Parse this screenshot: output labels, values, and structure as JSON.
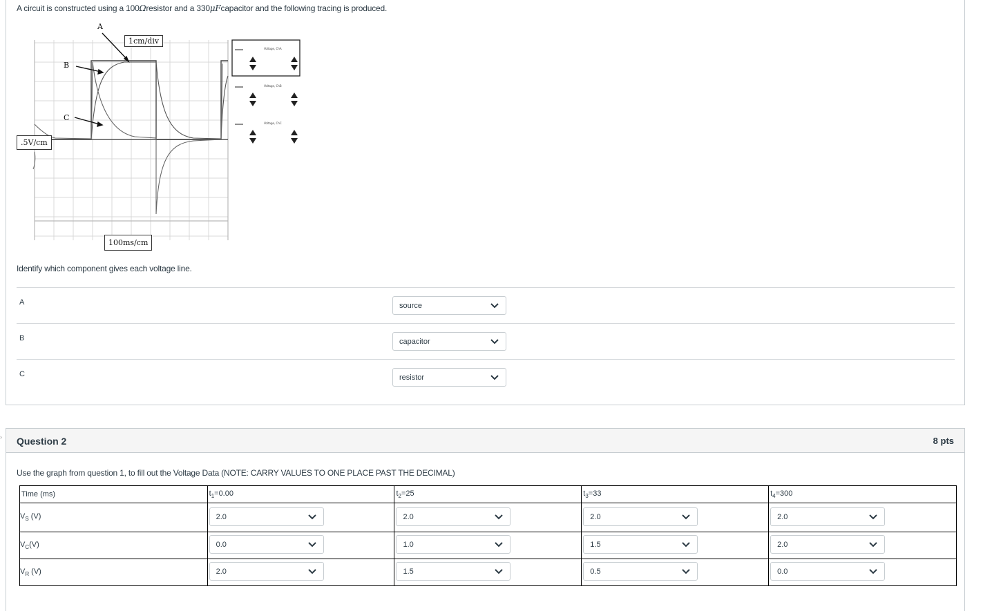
{
  "question1": {
    "prompt_prefix": "A circuit is constructed using a 100",
    "ohm_symbol": "Ω",
    "prompt_mid": "resistor and a 330",
    "cap_unit": "μF",
    "prompt_suffix": "capacitor and the following tracing is produced.",
    "figure": {
      "callout_time_div": "1cm/div",
      "callout_volt": ".5V/cm",
      "callout_time": "100ms/cm",
      "label_a": "A",
      "label_b": "B",
      "label_c": "C",
      "panel_labels": [
        "Voltage, ChA",
        "Voltage, ChB",
        "Voltage, ChC"
      ]
    },
    "identify_text": "Identify which component gives each voltage line.",
    "rows": [
      {
        "label": "A",
        "value": "source"
      },
      {
        "label": "B",
        "value": "capacitor"
      },
      {
        "label": "C",
        "value": "resistor"
      }
    ]
  },
  "question2": {
    "title": "Question 2",
    "points": "8 pts",
    "prompt": "Use the graph from question 1, to fill out the Voltage Data (NOTE: CARRY VALUES TO ONE PLACE PAST THE DECIMAL)",
    "table": {
      "corner": "Time (ms)",
      "time_headers": [
        {
          "t": "t",
          "sub": "1",
          "val": "=0.00"
        },
        {
          "t": "t",
          "sub": "2",
          "val": "=25"
        },
        {
          "t": "t",
          "sub": "3",
          "val": "=33"
        },
        {
          "t": "t",
          "sub": "4",
          "val": "=300"
        }
      ],
      "rows": [
        {
          "v": "V",
          "sub": "S",
          "unit": " (V)",
          "values": [
            "2.0",
            "2.0",
            "2.0",
            "2.0"
          ]
        },
        {
          "v": "V",
          "sub": "C",
          "unit": "(V)",
          "values": [
            "0.0",
            "1.0",
            "1.5",
            "2.0"
          ]
        },
        {
          "v": "V",
          "sub": "R",
          "unit": " (V)",
          "values": [
            "2.0",
            "1.5",
            "0.5",
            "0.0"
          ]
        }
      ]
    }
  }
}
